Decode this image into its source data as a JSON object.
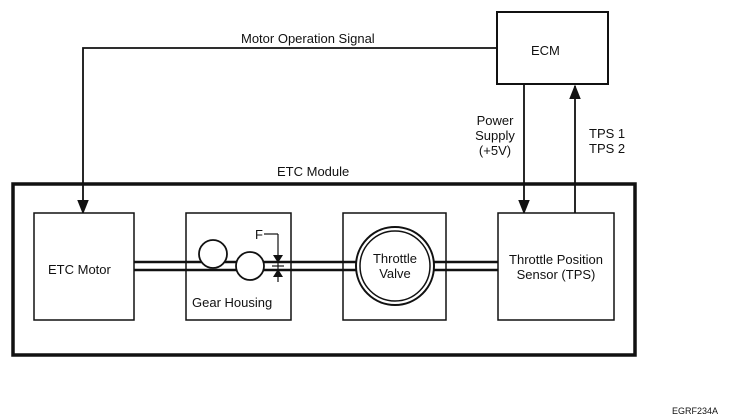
{
  "labels": {
    "ecm": "ECM",
    "motor_signal": "Motor Operation Signal",
    "power_supply": [
      "Power",
      "Supply",
      "(+5V)"
    ],
    "tps_signals": [
      "TPS 1",
      "TPS 2"
    ],
    "module": "ETC Module",
    "etc_motor": "ETC Motor",
    "gear_housing": "Gear Housing",
    "force": "F",
    "throttle_valve": [
      "Throttle",
      "Valve"
    ],
    "tps": [
      "Throttle Position",
      "Sensor (TPS)"
    ],
    "figure_code": "EGRF234A"
  },
  "colors": {
    "line": "#111111",
    "background": "#ffffff"
  }
}
